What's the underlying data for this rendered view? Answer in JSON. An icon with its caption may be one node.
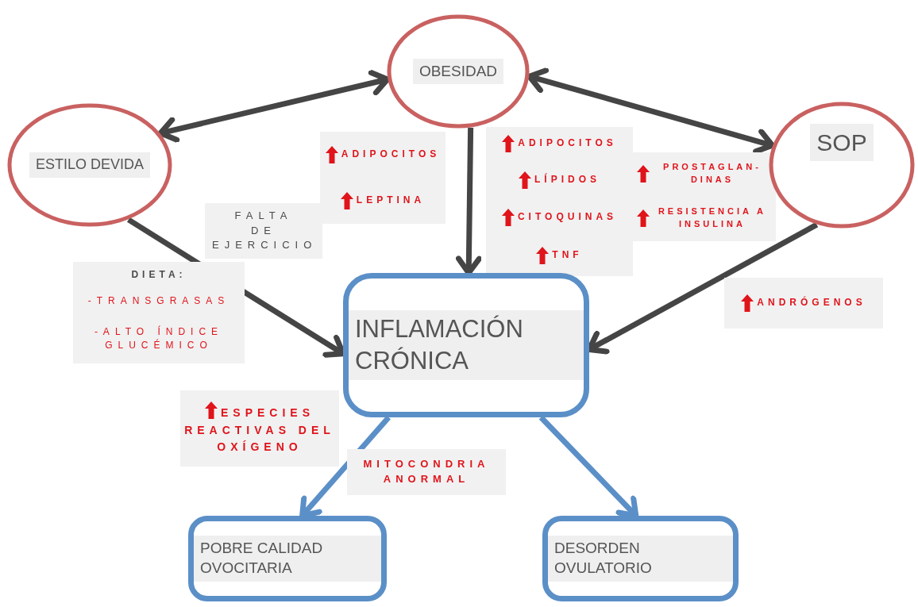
{
  "diagram": {
    "nodes": [
      {
        "text": [
          "OBESIDAD"
        ]
      },
      {
        "text": [
          "ESTILO DEVIDA"
        ]
      },
      {
        "text": [
          "SOP"
        ]
      },
      {
        "text": [
          "INFLAMACIÓN CRÓNICA"
        ]
      },
      {
        "text": [
          "POBRE CALIDAD OVOCITARIA"
        ]
      },
      {
        "text": [
          "DESORDEN OVULATORIO"
        ]
      }
    ],
    "edges": [
      {
        "from": 0,
        "to": 1,
        "arrow": "both"
      },
      {
        "from": 0,
        "to": 2,
        "arrow": "both"
      },
      {
        "from": 1,
        "to": 3,
        "arrow": "to"
      },
      {
        "from": 0,
        "to": 3,
        "arrow": "to"
      },
      {
        "from": 2,
        "to": 3,
        "arrow": "to"
      },
      {
        "from": 3,
        "to": 4,
        "arrow": "to",
        "color": "#5b8fc7"
      },
      {
        "from": 3,
        "to": 5,
        "arrow": "to",
        "color": "#5b8fc7"
      }
    ],
    "labels": [
      "ADIPOCITOS",
      "LEPTINA",
      "FALTA DE EJERCICIO",
      "ADIPOCITOS",
      "LÍPIDOS",
      "CITOQUINAS",
      "TNF",
      "PROSTAGLAN- DINAS",
      "RESISTENCIA A INSULINA",
      "DIETA:",
      "-TRANSGRASAS",
      "-ALTO ÍNDICE GLUCÉMICO",
      "ANDRÓGENOS",
      "ESPECIES REACTIVAS DEL OXÍGENO",
      "MITOCONDRIA ANORMAL"
    ]
  }
}
